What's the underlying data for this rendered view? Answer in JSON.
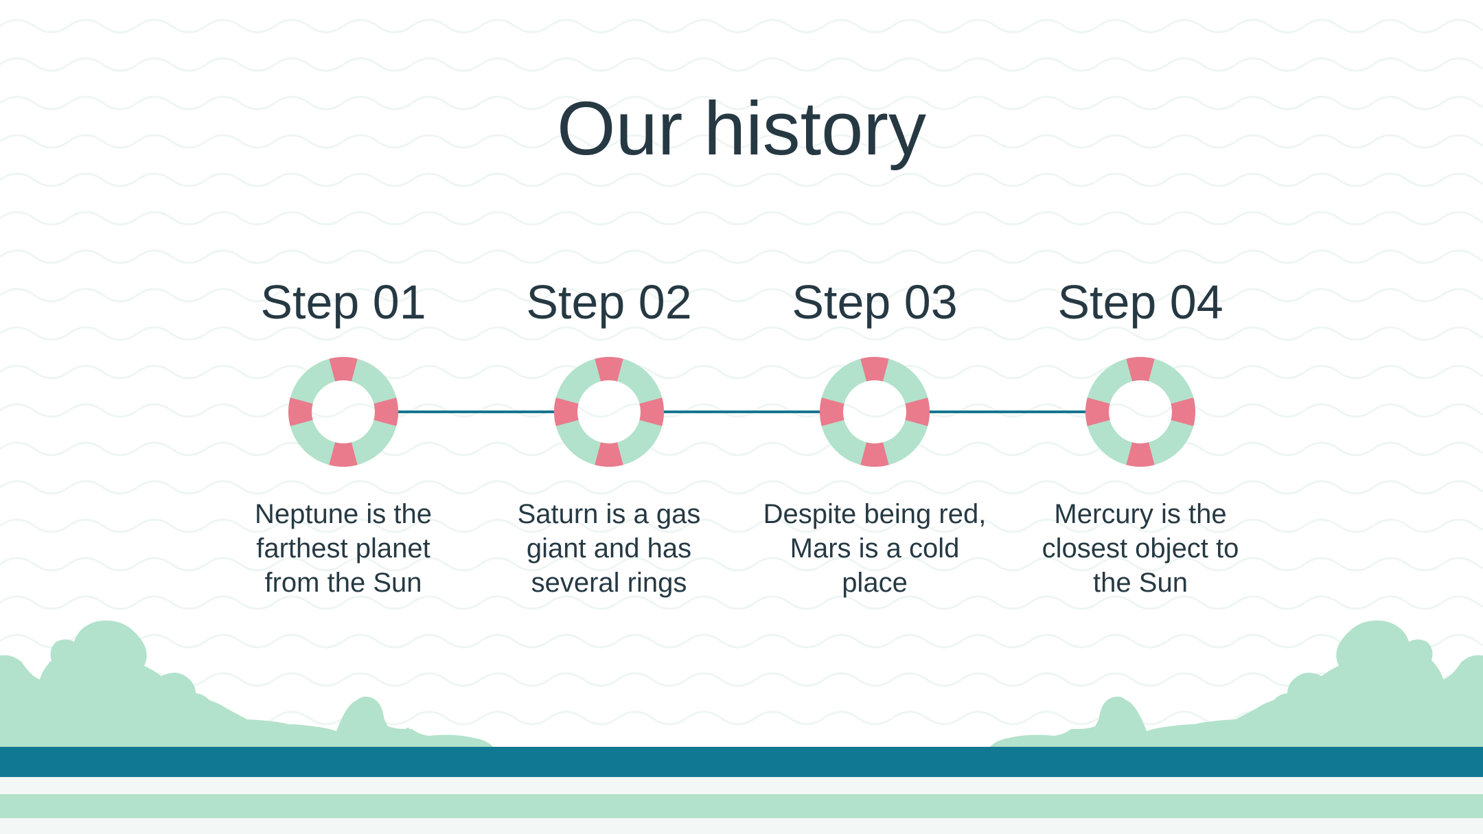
{
  "slide": {
    "title": "Our history",
    "steps": [
      {
        "label": "Step 01",
        "description": "Neptune is the farthest planet from the Sun"
      },
      {
        "label": "Step 02",
        "description": "Saturn is a gas giant and has several rings"
      },
      {
        "label": "Step 03",
        "description": "Despite being red, Mars is a cold place"
      },
      {
        "label": "Step 04",
        "description": "Mercury is the closest object to the Sun"
      }
    ]
  },
  "colors": {
    "text": "#263943",
    "connector": "#17768f",
    "ring_mint": "#b2e2cb",
    "ring_pink": "#e97b8d",
    "wave_pattern": "#eef6f3",
    "bush": "#b2e2cb",
    "stripe_teal": "#117893",
    "stripe_light": "#f3f7f6",
    "stripe_mint": "#b2e2cb"
  }
}
